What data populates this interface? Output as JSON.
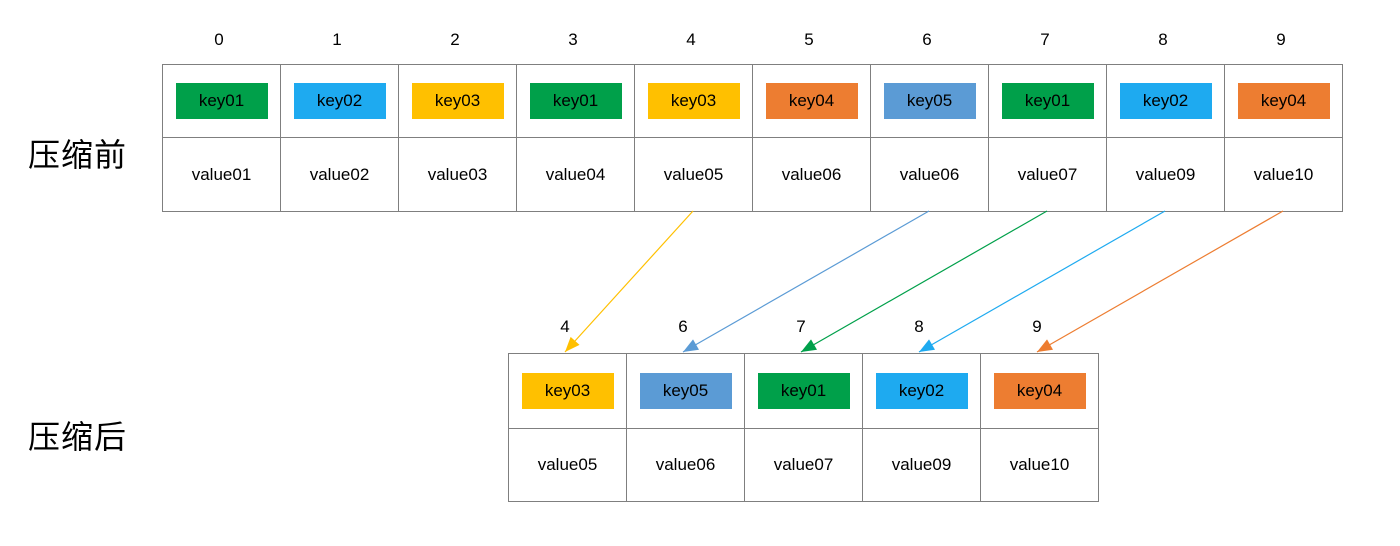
{
  "labels": {
    "before": "压缩前",
    "after": "压缩后"
  },
  "colors": {
    "green": "#00a04a",
    "sky": "#1eaaf0",
    "yellow": "#ffc000",
    "orange": "#ed7d31",
    "steel": "#5b9bd5"
  },
  "before": {
    "indices": [
      "0",
      "1",
      "2",
      "3",
      "4",
      "5",
      "6",
      "7",
      "8",
      "9"
    ],
    "cells": [
      {
        "key": "key01",
        "value": "value01",
        "color": "#00a04a"
      },
      {
        "key": "key02",
        "value": "value02",
        "color": "#1eaaf0"
      },
      {
        "key": "key03",
        "value": "value03",
        "color": "#ffc000"
      },
      {
        "key": "key01",
        "value": "value04",
        "color": "#00a04a"
      },
      {
        "key": "key03",
        "value": "value05",
        "color": "#ffc000"
      },
      {
        "key": "key04",
        "value": "value06",
        "color": "#ed7d31"
      },
      {
        "key": "key05",
        "value": "value06",
        "color": "#5b9bd5"
      },
      {
        "key": "key01",
        "value": "value07",
        "color": "#00a04a"
      },
      {
        "key": "key02",
        "value": "value09",
        "color": "#1eaaf0"
      },
      {
        "key": "key04",
        "value": "value10",
        "color": "#ed7d31"
      }
    ]
  },
  "after": {
    "indices": [
      "4",
      "6",
      "7",
      "8",
      "9"
    ],
    "cells": [
      {
        "key": "key03",
        "value": "value05",
        "color": "#ffc000"
      },
      {
        "key": "key05",
        "value": "value06",
        "color": "#5b9bd5"
      },
      {
        "key": "key01",
        "value": "value07",
        "color": "#00a04a"
      },
      {
        "key": "key02",
        "value": "value09",
        "color": "#1eaaf0"
      },
      {
        "key": "key04",
        "value": "value10",
        "color": "#ed7d31"
      }
    ]
  },
  "arrows": [
    {
      "from": 4,
      "to": 0,
      "color": "#ffc000"
    },
    {
      "from": 6,
      "to": 1,
      "color": "#5b9bd5"
    },
    {
      "from": 7,
      "to": 2,
      "color": "#00a04a"
    },
    {
      "from": 8,
      "to": 3,
      "color": "#1eaaf0"
    },
    {
      "from": 9,
      "to": 4,
      "color": "#ed7d31"
    }
  ]
}
